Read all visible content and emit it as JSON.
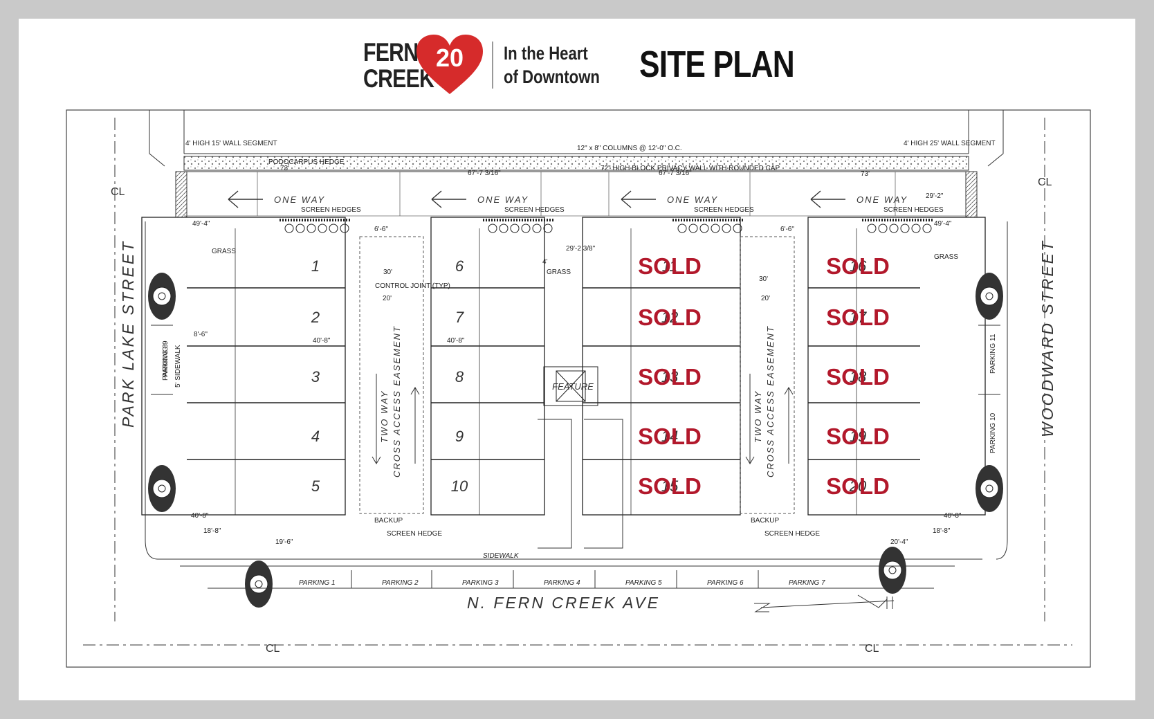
{
  "header": {
    "logo_line1": "FERN",
    "logo_line2": "CREEK",
    "logo_number": "20",
    "tagline_line1": "In the Heart",
    "tagline_line2": "of Downtown",
    "title": "SITE PLAN",
    "brand_color": "#d62b2b"
  },
  "streets": {
    "west": "PARK LAKE STREET",
    "east": "WOODWARD STREET",
    "south": "N. FERN CREEK AVE"
  },
  "traffic": {
    "one_way": "ONE WAY",
    "easement": [
      "TWO WAY",
      "CROSS ACCESS EASEMENT"
    ]
  },
  "units": [
    {
      "number": "1",
      "status": ""
    },
    {
      "number": "2",
      "status": ""
    },
    {
      "number": "3",
      "status": ""
    },
    {
      "number": "4",
      "status": ""
    },
    {
      "number": "5",
      "status": ""
    },
    {
      "number": "6",
      "status": ""
    },
    {
      "number": "7",
      "status": ""
    },
    {
      "number": "8",
      "status": ""
    },
    {
      "number": "9",
      "status": ""
    },
    {
      "number": "10",
      "status": ""
    },
    {
      "number": "11",
      "status": "SOLD"
    },
    {
      "number": "12",
      "status": "SOLD"
    },
    {
      "number": "13",
      "status": "SOLD"
    },
    {
      "number": "14",
      "status": "SOLD"
    },
    {
      "number": "15",
      "status": "SOLD"
    },
    {
      "number": "16",
      "status": "SOLD"
    },
    {
      "number": "17",
      "status": "SOLD"
    },
    {
      "number": "18",
      "status": "SOLD"
    },
    {
      "number": "19",
      "status": "SOLD"
    },
    {
      "number": "20",
      "status": "SOLD"
    }
  ],
  "parking": {
    "south": [
      "PARKING 1",
      "PARKING 2",
      "PARKING 3",
      "PARKING 4",
      "PARKING 5",
      "PARKING 6",
      "PARKING 7"
    ],
    "west": [
      "PARKING 8",
      "PARKING 9"
    ],
    "east": [
      "PARKING 10",
      "PARKING 11"
    ]
  },
  "labels": {
    "sidewalk": "SIDEWALK",
    "side_sidewalk": "5' SIDEWALK",
    "feature": "FEATURE",
    "backup": "BACKUP",
    "screen_hedges": "SCREEN HEDGES",
    "screen_hedge": "SCREEN HEDGE",
    "grass": "GRASS",
    "control_joint": "CONTROL JOINT (TYP)",
    "centerline": "CL",
    "wall_segment_left": "4' HIGH 15' WALL SEGMENT",
    "wall_segment_right": "4' HIGH 25' WALL SEGMENT",
    "columns": "12\" x 8\" COLUMNS @ 12'-0\" O.C.",
    "block_wall": "72\" HIGH BLOCK PRIVACY WALL WITH ROUNDED CAP",
    "hedge": "PODOCARPUS HEDGE"
  },
  "dimensions": {
    "top": [
      "73'",
      "67'-7 3/16\"",
      "67'-7 3/16\"",
      "73'"
    ],
    "misc": [
      "49'-4\"",
      "6'-6\"",
      "30'",
      "20'",
      "40'-8\"",
      "29'-2 3/8\"",
      "4'",
      "8'-6\"",
      "18'-8\"",
      "19'-6\"",
      "20'-4\"",
      "29'-2\""
    ]
  }
}
